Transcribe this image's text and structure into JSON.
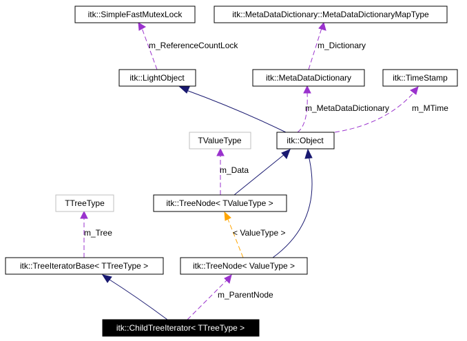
{
  "colors": {
    "inheritance": "#191970",
    "usage": "#9a32cd",
    "template": "#ffa500",
    "node_border": "#000000",
    "node_border_external": "#bfbfbf",
    "focus_fill": "#000000",
    "focus_text": "#ffffff"
  },
  "nodes": {
    "simple_fast_mutex_lock": "itk::SimpleFastMutexLock",
    "meta_data_dictionary_map_type": "itk::MetaDataDictionary::MetaDataDictionaryMapType",
    "light_object": "itk::LightObject",
    "meta_data_dictionary": "itk::MetaDataDictionary",
    "time_stamp": "itk::TimeStamp",
    "tvaluetype": "TValueType",
    "object": "itk::Object",
    "tree_node_tvaluetype": "itk::TreeNode< TValueType >",
    "ttreetype": "TTreeType",
    "tree_iterator_base": "itk::TreeIteratorBase< TTreeType >",
    "tree_node_valuetype": "itk::TreeNode< ValueType >",
    "child_tree_iterator": "itk::ChildTreeIterator< TTreeType >"
  },
  "edges": {
    "reference_count_lock": "m_ReferenceCountLock",
    "dictionary": "m_Dictionary",
    "meta_data_dictionary": "m_MetaDataDictionary",
    "mtime": "m_MTime",
    "data": "m_Data",
    "tree": "m_Tree",
    "template_arg": "< ValueType >",
    "parent_node": "m_ParentNode"
  }
}
